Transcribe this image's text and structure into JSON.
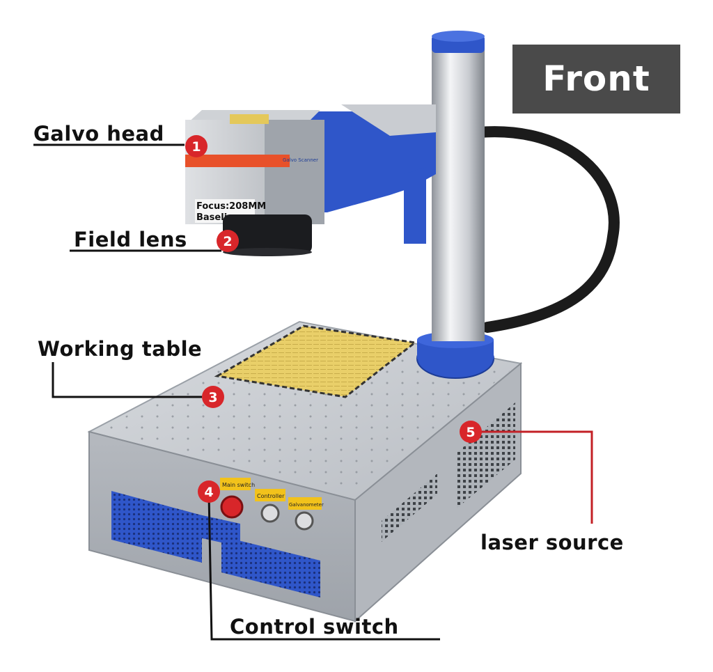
{
  "badge": {
    "text": "Front"
  },
  "labels": {
    "galvo_head": "Galvo head",
    "field_lens": "Field lens",
    "working_table": "Working table",
    "laser_source": "laser source",
    "control_switch": "Control switch"
  },
  "markers": [
    "1",
    "2",
    "3",
    "4",
    "5"
  ],
  "galvo": {
    "focus": "Focus:208MM",
    "baseline": "Baseline",
    "brand": "Galvo Scanner"
  },
  "panel": {
    "main_switch": "Main switch",
    "controller": "Controller",
    "galvanometer": "Galvanometer"
  },
  "colors": {
    "accent_blue": "#2f56c9",
    "marker_red": "#d8262a",
    "badge": "#4a4a4a"
  }
}
